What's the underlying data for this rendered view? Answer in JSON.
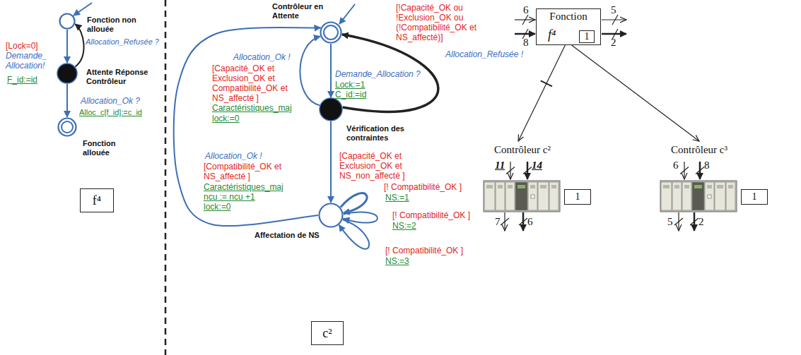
{
  "diagram": {
    "nodes": [
      {
        "text": [
          "Fonction non allouée"
        ]
      },
      {
        "text": [
          "Attente Réponse Contrôleur"
        ]
      },
      {
        "text": [
          "Fonction allouée"
        ]
      },
      {
        "text": [
          "f⁴"
        ]
      },
      {
        "text": [
          "Contrôleur en Attente"
        ]
      },
      {
        "text": [
          "Vérification des contraintes"
        ]
      },
      {
        "text": [
          "Affectation de NS"
        ]
      },
      {
        "text": [
          "c²"
        ]
      },
      {
        "text": [
          "Fonction",
          "f⁴"
        ]
      },
      {
        "text": [
          "1"
        ],
        "in": 8
      },
      {
        "text": [
          "Contrôleur c²"
        ]
      },
      {
        "text": [
          "1"
        ]
      },
      {
        "text": [
          "Contrôleur c³"
        ]
      },
      {
        "text": [
          "1"
        ]
      }
    ],
    "edges": [
      {
        "from": 0,
        "to": 1,
        "arrow": "to"
      },
      {
        "from": 1,
        "to": 0,
        "arrow": "to"
      },
      {
        "from": 1,
        "to": 2,
        "arrow": "to"
      },
      {
        "from": 4,
        "to": 5,
        "arrow": "to"
      },
      {
        "from": 5,
        "to": 4,
        "arrow": "to"
      },
      {
        "from": 5,
        "to": 4,
        "arrow": "to"
      },
      {
        "from": 5,
        "to": 6,
        "arrow": "to"
      },
      {
        "from": 6,
        "to": 4,
        "arrow": "to"
      },
      {
        "from": 6,
        "to": 6,
        "arrow": "to"
      },
      {
        "from": 6,
        "to": 6,
        "arrow": "to"
      },
      {
        "from": 6,
        "to": 6,
        "arrow": "to"
      },
      {
        "from": 8,
        "to": 10,
        "arrow": "to"
      },
      {
        "from": 8,
        "to": 12,
        "arrow": "to"
      }
    ],
    "labels": [
      "[Lock=0]",
      "Demande_ Allocation!",
      "F_id:=id",
      "Allocation_Refusée ?",
      "Allocation_Ok ?",
      "Alloc_c[f_id]:=c_id",
      "[!Capacité_OK ou !Exclusion_OK ou (!Compatibilité_OK et NS_affecté)]",
      "Allocation_Refusée !",
      "Demande_Allocation ?",
      "Lock:=1",
      "C_id:=id",
      "Allocation_Ok !",
      "[Capacité_OK et Exclusion_OK et Compatibilité_OK et NS_affecté ]",
      "Caractéristiques_maj",
      "lock:=0",
      "Allocation_Ok !",
      "[Compatibilité_OK et NS_affecté ]",
      "Caractéristiques_maj",
      "ncu := ncu +1",
      "lock:=0",
      "[Capacité_OK et Exclusion_OK et NS_non_affecté ]",
      "[! Compatibilité_OK ]",
      "NS:=1",
      "[! Compatibilité_OK ]",
      "NS:=2",
      "[! Compatibilité_OK ]",
      "NS:=3",
      "6",
      "8",
      "5",
      "2",
      "11",
      "14",
      "7",
      "6",
      "6",
      "8",
      "5",
      "2"
    ]
  }
}
